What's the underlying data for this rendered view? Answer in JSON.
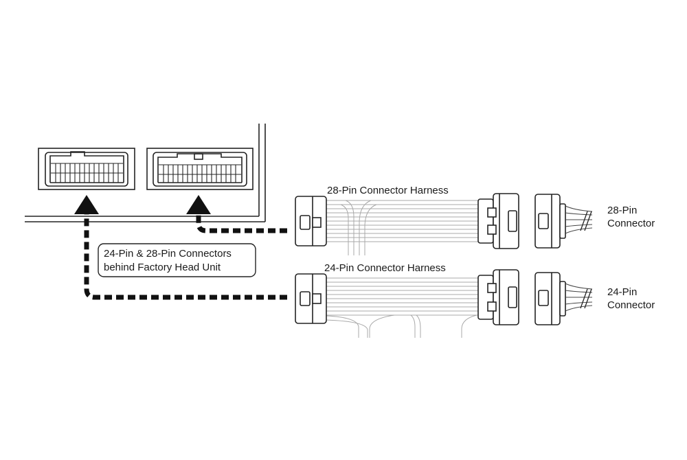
{
  "labels": {
    "harness_28": "28-Pin Connector Harness",
    "harness_24": "24-Pin Connector Harness",
    "callout_line1": "24-Pin & 28-Pin Connectors",
    "callout_line2": "behind Factory Head Unit",
    "conn28_line1": "28-Pin",
    "conn28_line2": "Connector",
    "conn24_line1": "24-Pin",
    "conn24_line2": "Connector"
  }
}
